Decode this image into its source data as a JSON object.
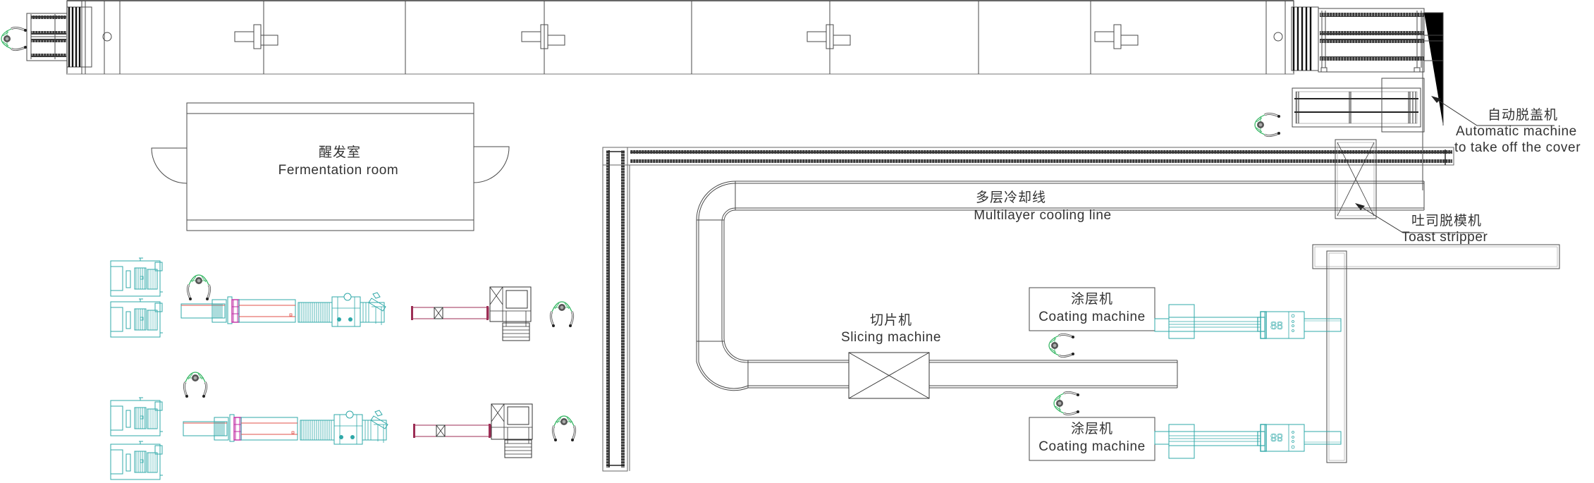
{
  "diagram": {
    "type": "factory-floor-layout",
    "subject": "toast bread production line",
    "colors": {
      "line": "#4a4a4a",
      "chain": "#3a3a3a",
      "machine_cyan": "#2fa8a8",
      "robot_green": "#2db35d",
      "magenta": "#c22fa4",
      "belt_red": "#e0504a",
      "conveyor_maroon": "#9c2e55"
    }
  },
  "labels": {
    "fermentation_room": {
      "cn": "醒发室",
      "en": "Fermentation room"
    },
    "cover_remover": {
      "cn": "自动脱盖机",
      "en_line1": "Automatic machine",
      "en_line2": "to take off the cover"
    },
    "cooling_line": {
      "cn": "多层冷却线",
      "en": "Multilayer cooling line"
    },
    "toast_stripper": {
      "cn": "吐司脱模机",
      "en": "Toast stripper"
    },
    "slicing_machine": {
      "cn": "切片机",
      "en": "Slicing machine"
    },
    "coating_machine_1": {
      "cn": "涂层机",
      "en": "Coating machine"
    },
    "coating_machine_2": {
      "cn": "涂层机",
      "en": "Coating machine"
    }
  },
  "components": [
    "tunnel-oven",
    "oven-loader-conveyor",
    "oven-unloader-conveyor",
    "fermentation-room",
    "cover-removal-machine",
    "toast-stripper",
    "l-shaped-chain-conveyor",
    "multilayer-cooling-line",
    "slicing-machine",
    "coating-machine-1",
    "coating-machine-2",
    "dough-processing-line-1",
    "dough-processing-line-2",
    "operators"
  ],
  "oven_display_digits": "88"
}
